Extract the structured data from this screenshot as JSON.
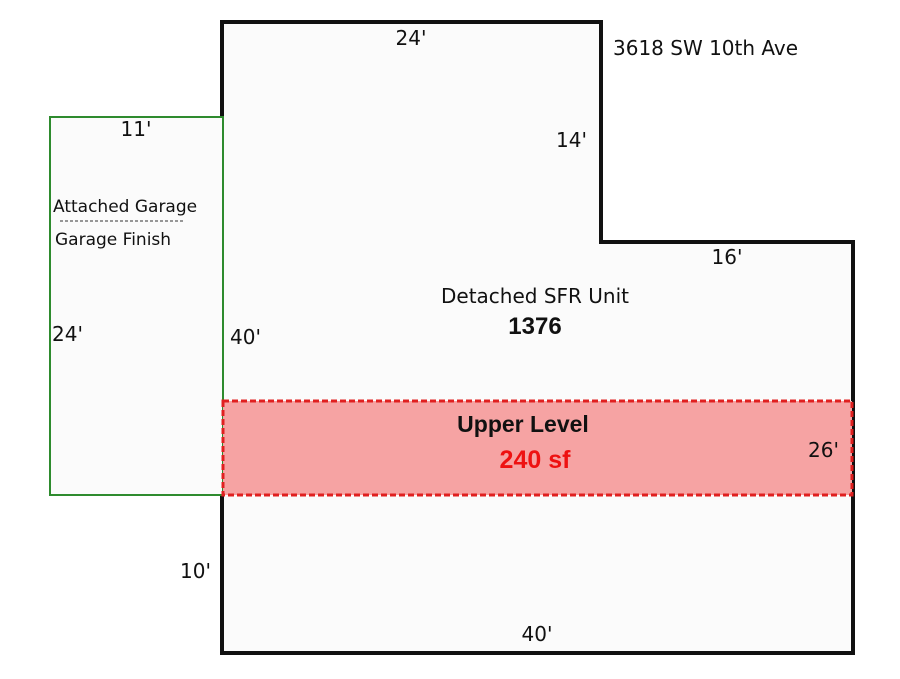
{
  "address": "3618 SW 10th Ave",
  "main_unit": {
    "label": "Detached SFR Unit",
    "area": "1376",
    "dimensions": {
      "top": "24'",
      "notch_vertical": "14'",
      "notch_horizontal": "16'",
      "left": "40'",
      "left_lower": "10'",
      "bottom": "40'"
    }
  },
  "garage": {
    "label": "Attached Garage",
    "finish_label": "Garage Finish",
    "dimensions": {
      "top": "11'",
      "left": "24'"
    }
  },
  "upper_level": {
    "label": "Upper Level",
    "area": "240 sf",
    "dimension_right": "26'"
  },
  "colors": {
    "outline": "#111111",
    "garage_outline": "#2e8b2e",
    "upper_fill": "#f6a3a3",
    "upper_border": "#e02020",
    "upper_area_text": "#ee1111",
    "unit_fill": "#fbfbfb"
  }
}
